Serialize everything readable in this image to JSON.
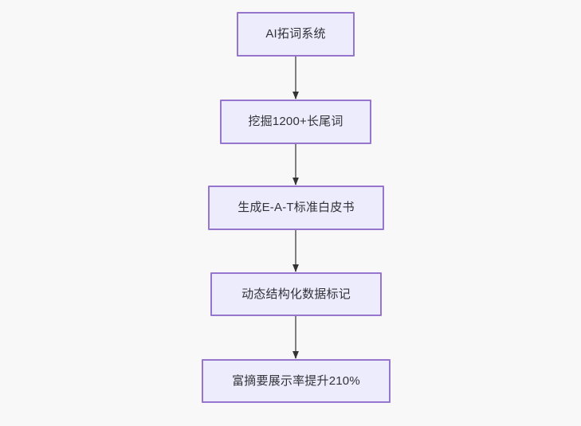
{
  "diagram": {
    "type": "flowchart",
    "direction": "top-to-bottom",
    "background_color": "#f8f8f8",
    "node_fill_color": "#ececfd",
    "node_border_color": "#9575cd",
    "node_text_color": "#333238",
    "edge_color": "#808080",
    "arrowhead_color": "#333333",
    "nodes": [
      {
        "id": "n0",
        "label": "AI拓词系统"
      },
      {
        "id": "n1",
        "label": "挖掘1200+长尾词"
      },
      {
        "id": "n2",
        "label": "生成E-A-T标准白皮书"
      },
      {
        "id": "n3",
        "label": "动态结构化数据标记"
      },
      {
        "id": "n4",
        "label": "富摘要展示率提升210%"
      }
    ],
    "edges": [
      {
        "from": "n0",
        "to": "n1",
        "label": ""
      },
      {
        "from": "n1",
        "to": "n2",
        "label": ""
      },
      {
        "from": "n2",
        "to": "n3",
        "label": ""
      },
      {
        "from": "n3",
        "to": "n4",
        "label": ""
      }
    ]
  }
}
